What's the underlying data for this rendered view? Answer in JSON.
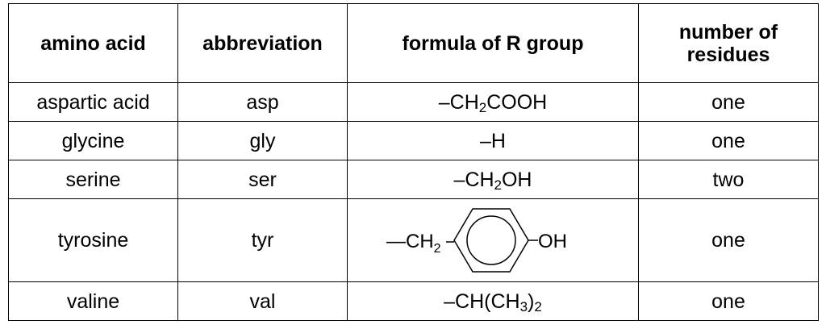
{
  "table": {
    "headers": {
      "amino_acid": "amino acid",
      "abbreviation": "abbreviation",
      "formula": "formula of R group",
      "residues_line1": "number of",
      "residues_line2": "residues"
    },
    "rows": [
      {
        "amino_acid": "aspartic acid",
        "abbreviation": "asp",
        "formula_main": "–CH",
        "formula_sub": "2",
        "formula_tail": "COOH",
        "residues": "one"
      },
      {
        "amino_acid": "glycine",
        "abbreviation": "gly",
        "formula_main": "–H",
        "residues": "one"
      },
      {
        "amino_acid": "serine",
        "abbreviation": "ser",
        "formula_main": "–CH",
        "formula_sub": "2",
        "formula_tail": "OH",
        "residues": "two"
      },
      {
        "amino_acid": "tyrosine",
        "abbreviation": "tyr",
        "formula_left": "—CH",
        "formula_left_sub": "2",
        "formula_right": "OH",
        "residues": "one"
      },
      {
        "amino_acid": "valine",
        "abbreviation": "val",
        "formula_main": "–CH(CH",
        "formula_sub": "3",
        "formula_tail": ")",
        "formula_sub2": "2",
        "residues": "one"
      }
    ]
  }
}
